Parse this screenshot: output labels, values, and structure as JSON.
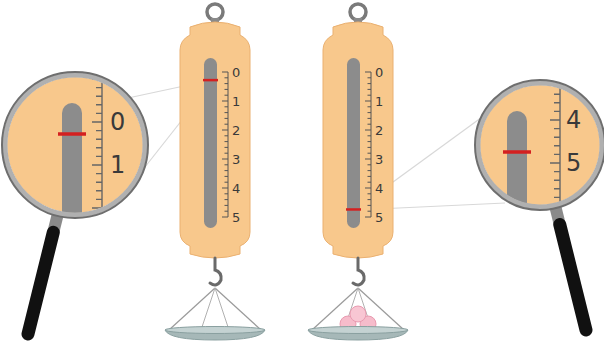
{
  "diagram": {
    "labels": [
      "0",
      "1",
      "0",
      "1",
      "2",
      "3",
      "4",
      "5",
      "0",
      "1",
      "2",
      "3",
      "4",
      "5",
      "4",
      "5"
    ]
  }
}
